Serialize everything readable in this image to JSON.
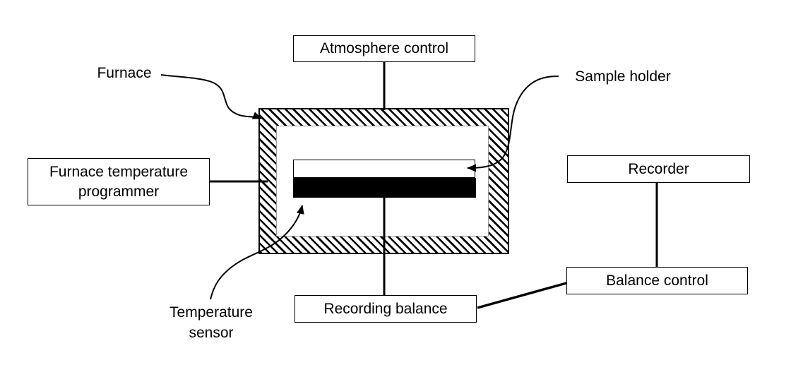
{
  "diagram": {
    "boxes": {
      "atmosphere_control": "Atmosphere control",
      "furnace_temperature_programmer": "Furnace temperature programmer",
      "recorder": "Recorder",
      "balance_control": "Balance control",
      "recording_balance": "Recording balance"
    },
    "labels": {
      "furnace": "Furnace",
      "sample_holder": "Sample holder",
      "temperature_sensor": "Temperature sensor"
    },
    "colors": {
      "line": "#000000",
      "background": "#ffffff",
      "box_border": "#000000",
      "furnace_inner_border": "#9a9a9a",
      "hatch": "#000000",
      "sample_bar": "#000000"
    }
  }
}
